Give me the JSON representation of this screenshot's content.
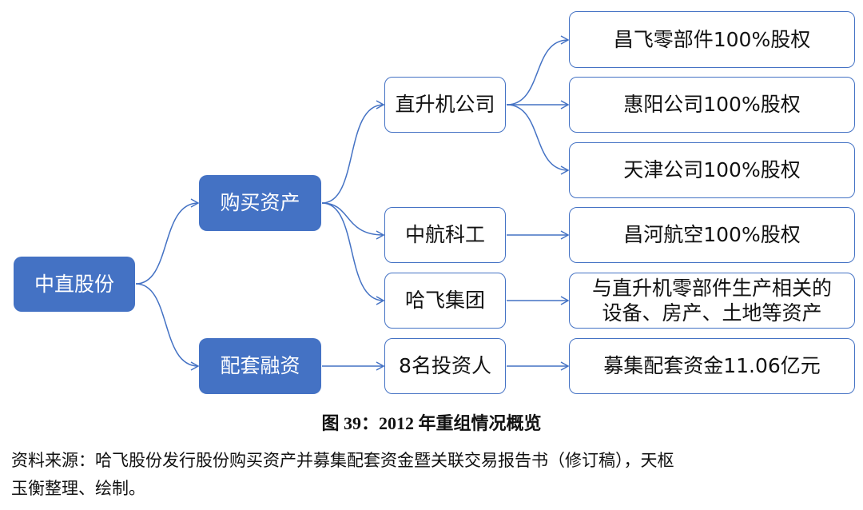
{
  "colors": {
    "accent": "#4472C4"
  },
  "root": "中直股份",
  "level1": [
    "购买资产",
    "配套融资"
  ],
  "level2": [
    "直升机公司",
    "中航科工",
    "哈飞集团",
    "8名投资人"
  ],
  "level3": [
    "昌飞零部件100%股权",
    "惠阳公司100%股权",
    "天津公司100%股权",
    "昌河航空100%股权",
    "与直升机零部件生产相关的设备、房产、土地等资产",
    "募集配套资金11.06亿元"
  ],
  "caption": "图 39：2012 年重组情况概览",
  "source": [
    "资料来源：哈飞股份发行股份购买资产并募集配套资金暨关联交易报告书（修订稿），天枢",
    "玉衡整理、绘制。"
  ]
}
